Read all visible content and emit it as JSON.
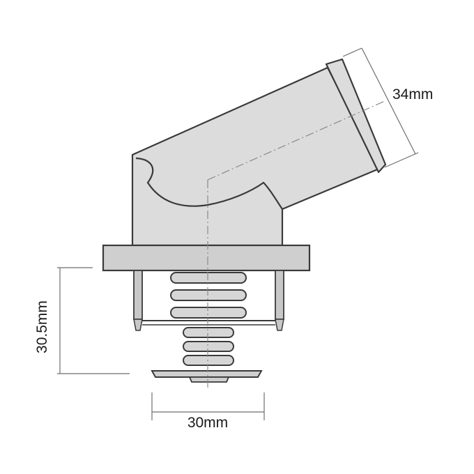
{
  "dimensions": {
    "outlet_diameter": "34mm",
    "height": "30.5mm",
    "width": "30mm"
  },
  "colors": {
    "housing_fill": "#dcdcdc",
    "outline": "#3a3a3a",
    "centerline": "#8a8a8a",
    "dimension_line": "#6e6e6e",
    "text": "#1a1a1a"
  }
}
